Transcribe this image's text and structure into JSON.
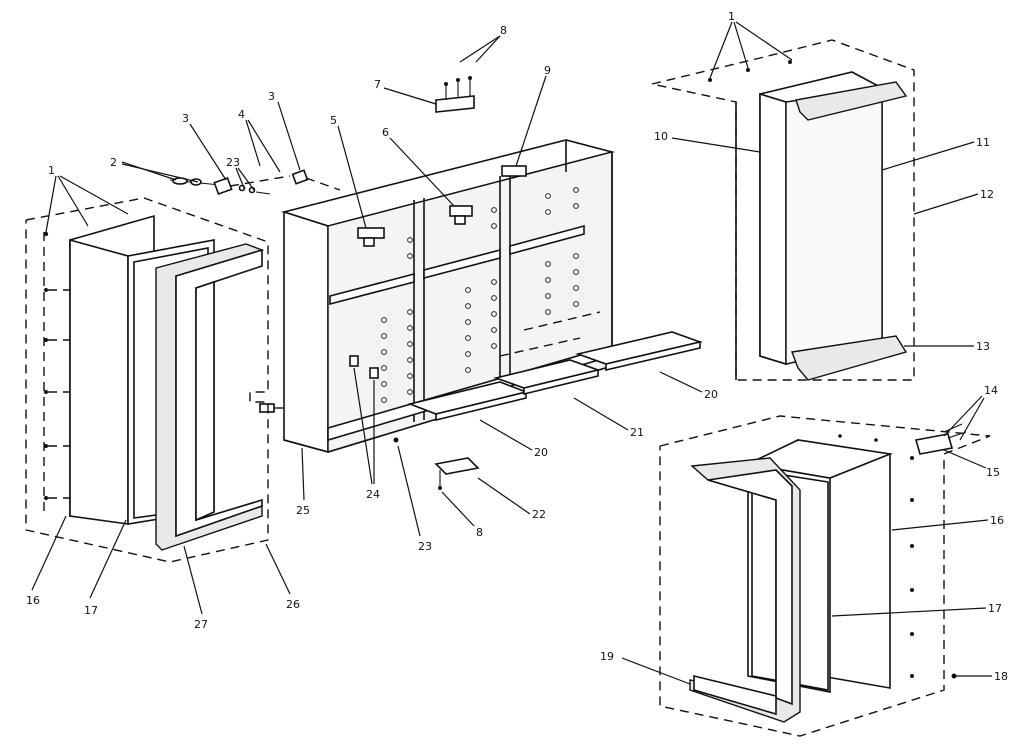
{
  "callouts": [
    {
      "id": "c1a",
      "text": "1"
    },
    {
      "id": "c2",
      "text": "2"
    },
    {
      "id": "c3a",
      "text": "3"
    },
    {
      "id": "c23a",
      "text": "23"
    },
    {
      "id": "c4",
      "text": "4"
    },
    {
      "id": "c3b",
      "text": "3"
    },
    {
      "id": "c5",
      "text": "5"
    },
    {
      "id": "c6",
      "text": "6"
    },
    {
      "id": "c7",
      "text": "7"
    },
    {
      "id": "c8a",
      "text": "8"
    },
    {
      "id": "c9",
      "text": "9"
    },
    {
      "id": "c1b",
      "text": "1"
    },
    {
      "id": "c10",
      "text": "10"
    },
    {
      "id": "c11",
      "text": "11"
    },
    {
      "id": "c12",
      "text": "12"
    },
    {
      "id": "c13",
      "text": "13"
    },
    {
      "id": "c20a",
      "text": "20"
    },
    {
      "id": "c21",
      "text": "21"
    },
    {
      "id": "c20b",
      "text": "20"
    },
    {
      "id": "c22",
      "text": "22"
    },
    {
      "id": "c8b",
      "text": "8"
    },
    {
      "id": "c23b",
      "text": "23"
    },
    {
      "id": "c24",
      "text": "24"
    },
    {
      "id": "c25",
      "text": "25"
    },
    {
      "id": "c26",
      "text": "26"
    },
    {
      "id": "c27",
      "text": "27"
    },
    {
      "id": "c17a",
      "text": "17"
    },
    {
      "id": "c16a",
      "text": "16"
    },
    {
      "id": "c14",
      "text": "14"
    },
    {
      "id": "c15",
      "text": "15"
    },
    {
      "id": "c16b",
      "text": "16"
    },
    {
      "id": "c17b",
      "text": "17"
    },
    {
      "id": "c18",
      "text": "18"
    },
    {
      "id": "c19",
      "text": "19"
    }
  ]
}
